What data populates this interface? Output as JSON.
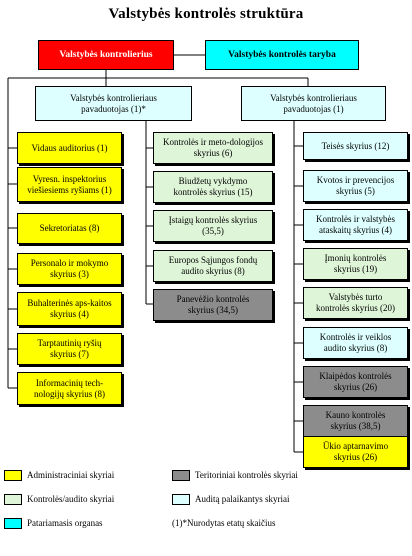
{
  "title": "Valstybės kontrolės struktūra",
  "colors": {
    "administrative": "#ffff00",
    "control_audit": "#dff5d8",
    "advisory": "#00ffff",
    "territorial": "#8c8c8c",
    "audit_support": "#ddffff",
    "head": "#ff0000"
  },
  "top": {
    "controller": "Valstybės kontrolierius",
    "board": "Valstybės kontrolės taryba"
  },
  "deputies": {
    "left": "Valstybės kontrolieriaus\npavaduotojas (1)*",
    "right": "Valstybės kontrolieriaus\npavaduotojas (1)"
  },
  "admin_units": [
    "Vidaus auditorius (1)",
    "Vyresn. inspektorius\nviešiesiems ryšiams (1)",
    "Sekretoriatas (8)",
    "Personalo ir mokymo\nskyrius (3)",
    "Buhalterinės aps-kaitos\nskyrius (4)",
    "Tarptautinių ryšių\nskyrius (7)",
    "Informacinių tech-\nnologijų skyrius (8)"
  ],
  "left_units": [
    "Kontrolės ir meto-dologijos\nskyrius (6)",
    "Biudžetų vykdymo\nkontrolės skyrius (15)",
    "Įstaigų kontrolės skyrius\n(35,5)",
    "Europos Sąjungos fondų\naudito skyrius (8)",
    "Panevėžio kontrolės\nskyrius (34,5)"
  ],
  "right_units": [
    "Teisės skyrius (12)",
    "Kvotos ir prevencijos\nskyrius (5)",
    "Kontrolės ir valstybės\nataskaitų skyrius (4)",
    "Įmonių kontrolės\nskyrius (19)",
    "Valstybės turto\nkontrolės skyrius (20)",
    "Kontrolės ir veiklos\naudito skyrius (8)",
    "Klaipėdos kontrolės\nskyrius (26)",
    "Kauno kontrolės\nskyrius (38,5)",
    "Ūkio aptarnavimo\nskyrius (26)"
  ],
  "legend": {
    "administrative": "Administraciniai skyriai",
    "territorial": "Teritoriniai kontrolės skyriai",
    "control_audit": "Kontrolės/audito skyriai",
    "audit_support": "Auditą palaikantys skyriai",
    "advisory": "Patariamasis organas",
    "note": "(1)*Nurodytas etatų skaičius"
  }
}
